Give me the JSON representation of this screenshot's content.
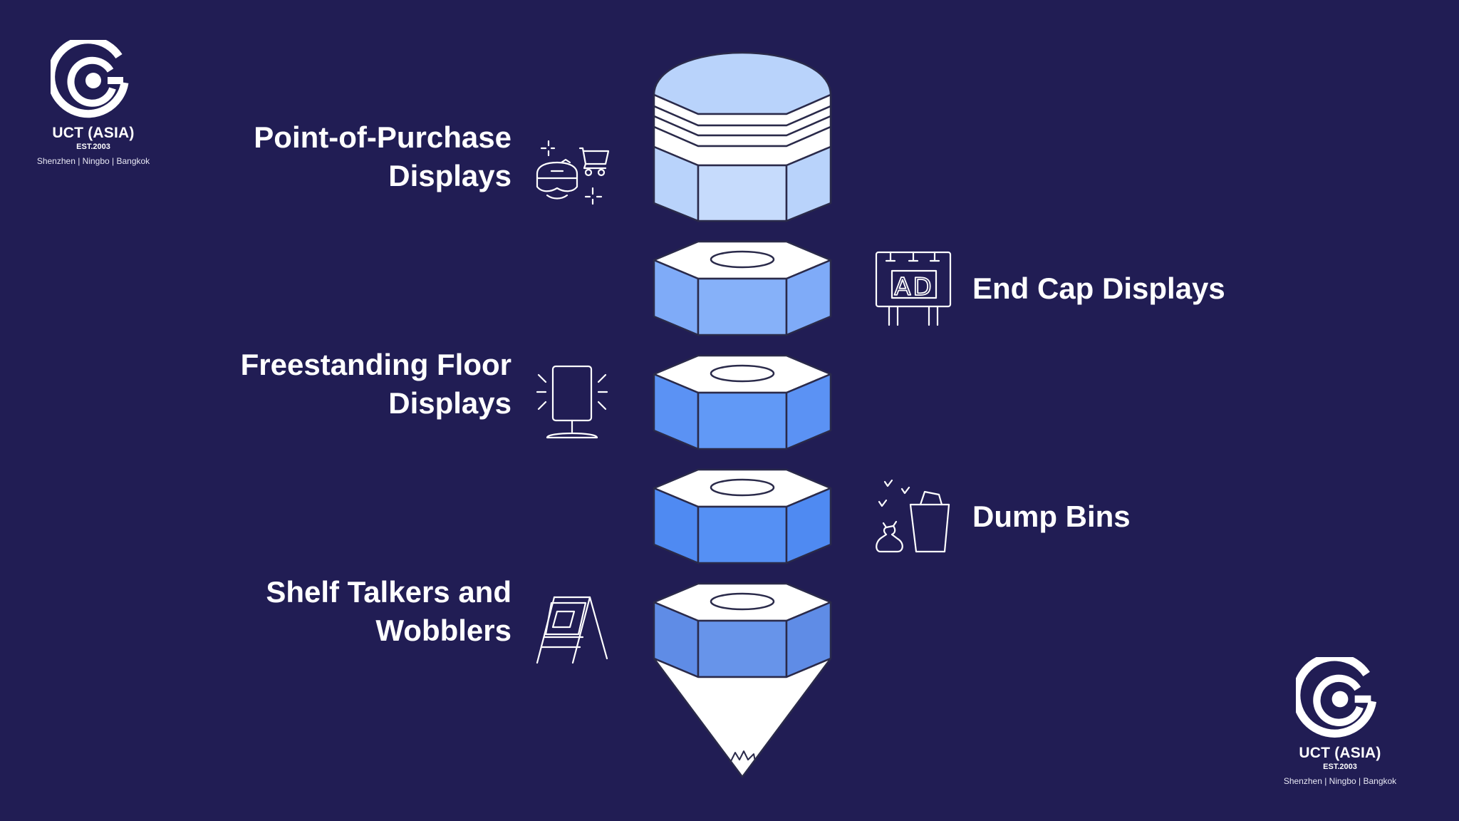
{
  "brand": {
    "name": "UCT (ASIA)",
    "established": "EST.2003",
    "locations": "Shenzhen | Ningbo | Bangkok"
  },
  "stages": [
    {
      "label_line1": "Point-of-Purchase",
      "label_line2": "Displays",
      "icon": "vr-headset-cart-icon",
      "color": "#b9d3fb"
    },
    {
      "label_line1": "End Cap Displays",
      "label_line2": "",
      "icon": "billboard-ad-icon",
      "color": "#7fabf8"
    },
    {
      "label_line1": "Freestanding Floor",
      "label_line2": "Displays",
      "icon": "standing-display-icon",
      "color": "#5b92f4"
    },
    {
      "label_line1": "Dump Bins",
      "label_line2": "",
      "icon": "bin-bags-icon",
      "color": "#4f8af2"
    },
    {
      "label_line1": "Shelf Talkers and",
      "label_line2": "Wobblers",
      "icon": "easel-sign-icon",
      "color": "#5f8ce6"
    }
  ],
  "ad_icon_text": "AD",
  "colors": {
    "background": "#211d54",
    "outline": "#2a2a4a",
    "white_face": "#ffffff"
  }
}
